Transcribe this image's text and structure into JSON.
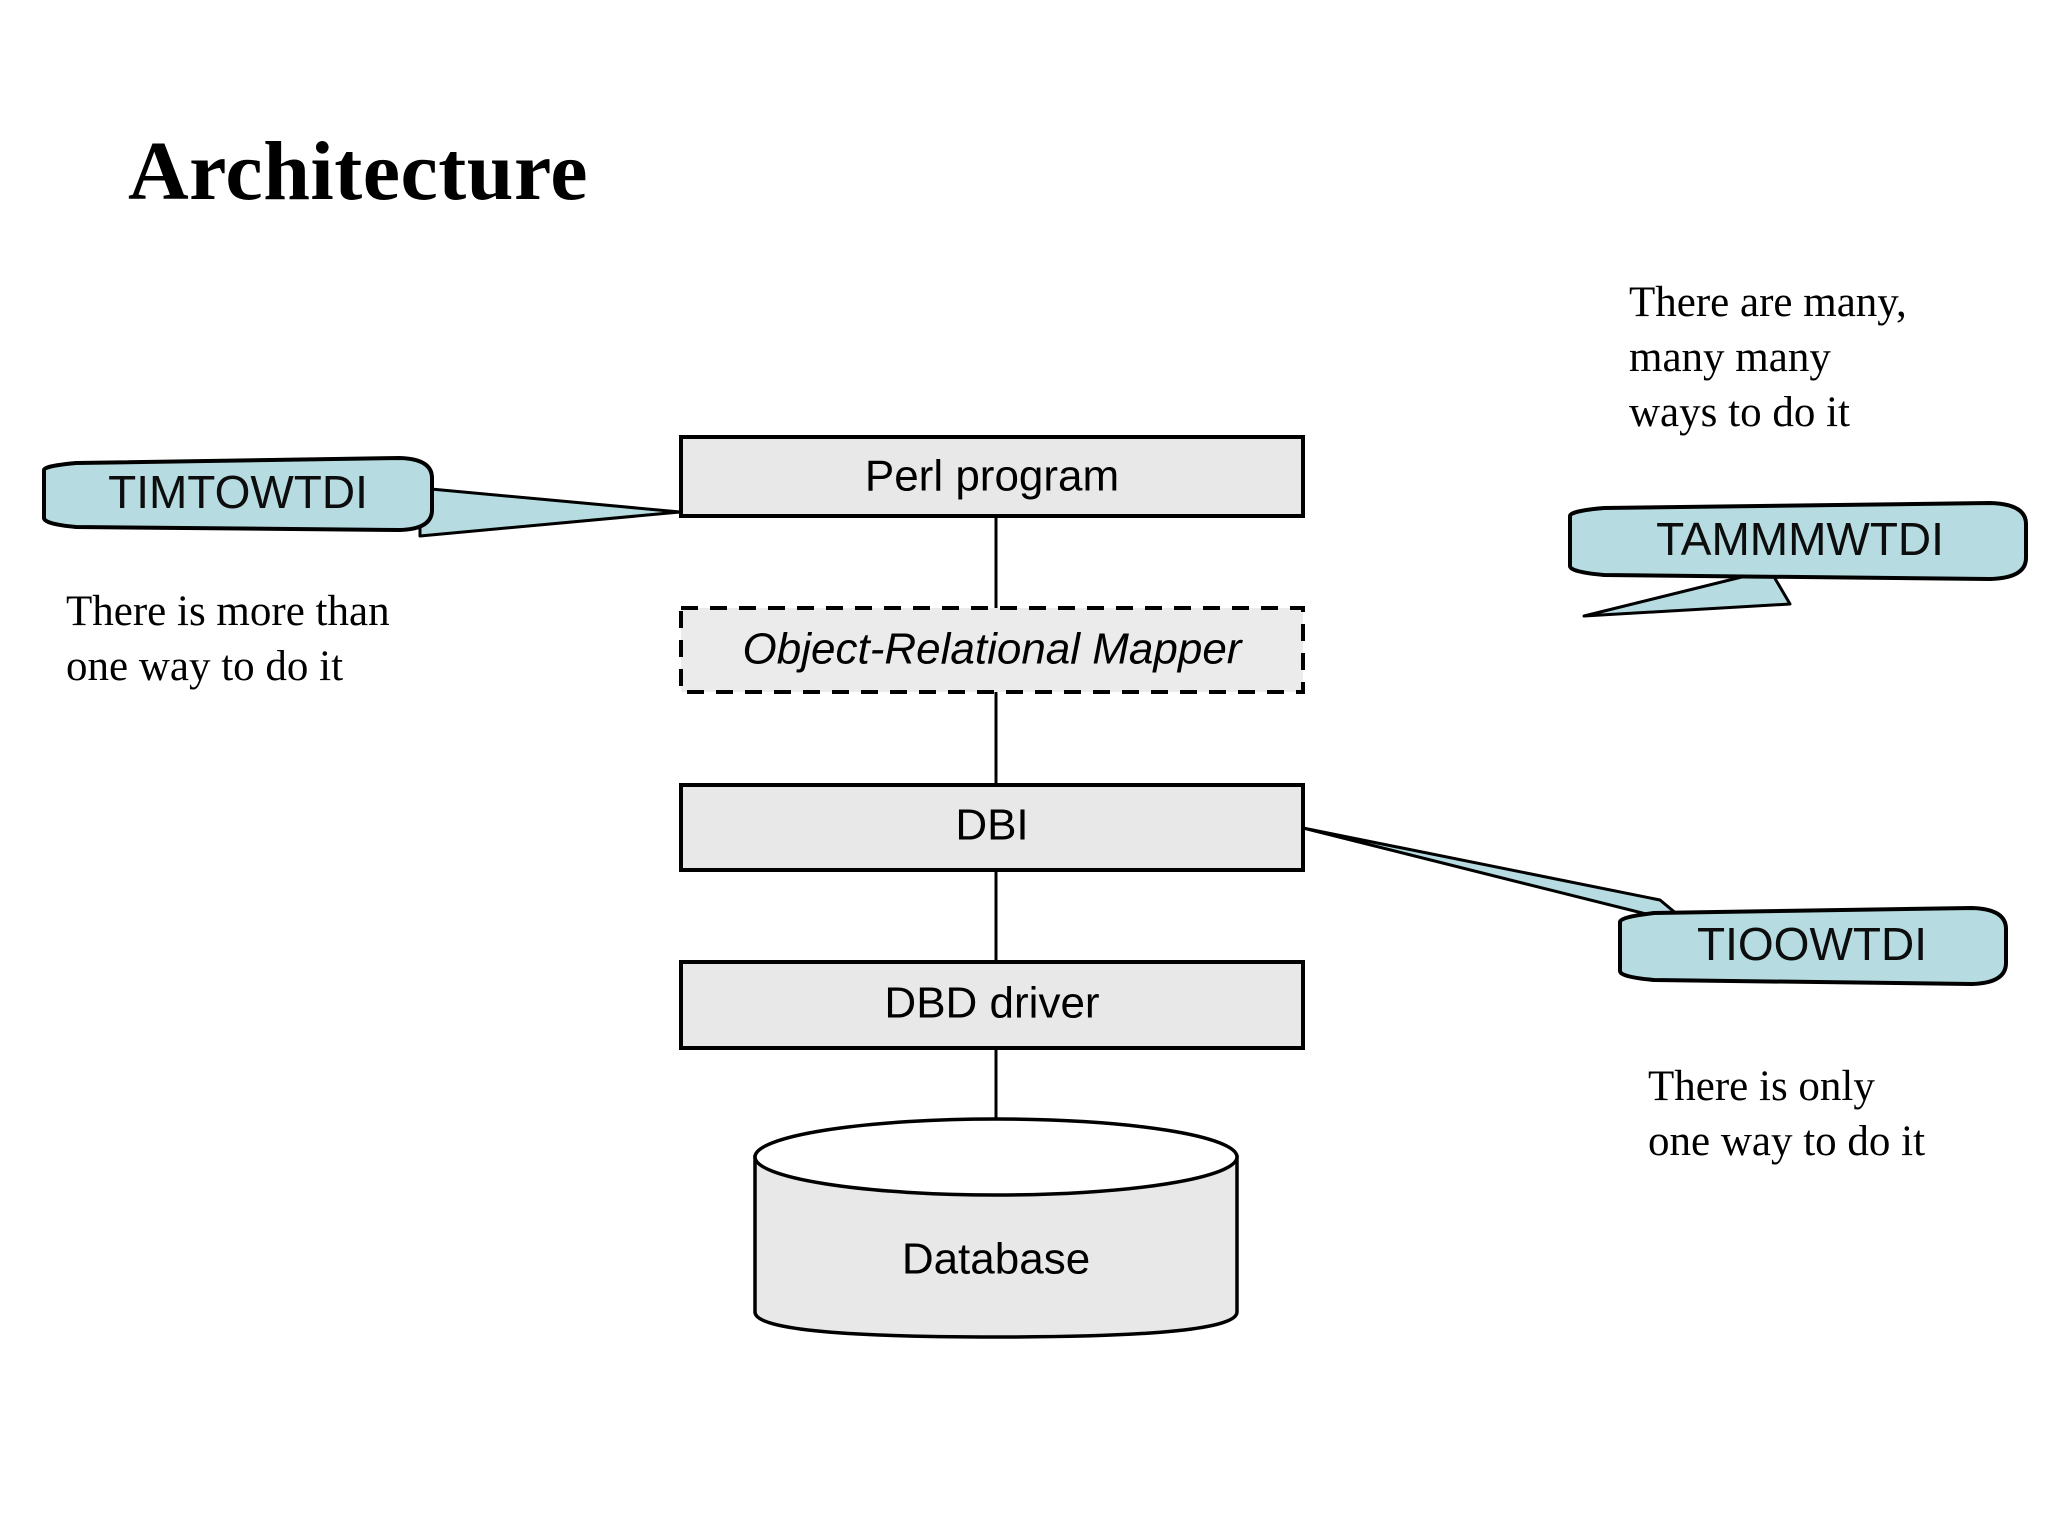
{
  "slide": {
    "title": "Architecture",
    "background_color": "#ffffff"
  },
  "colors": {
    "box_fill": "#e8e8e8",
    "box_stroke": "#000000",
    "balloon_fill": "#b6dce2",
    "balloon_stroke": "#000000",
    "connector": "#000000",
    "text": "#000000"
  },
  "stack": {
    "nodes": [
      {
        "id": "perl-program",
        "label": "Perl program",
        "shape": "rectangle",
        "border": "solid",
        "italic": false
      },
      {
        "id": "object-relational-mapper",
        "label": "Object-Relational Mapper",
        "shape": "rectangle",
        "border": "dashed",
        "italic": true
      },
      {
        "id": "dbi",
        "label": "DBI",
        "shape": "rectangle",
        "border": "solid",
        "italic": false
      },
      {
        "id": "dbd-driver",
        "label": "DBD driver",
        "shape": "rectangle",
        "border": "solid",
        "italic": false
      },
      {
        "id": "database",
        "label": "Database",
        "shape": "cylinder",
        "border": "solid",
        "italic": false
      }
    ],
    "connectors": [
      {
        "from": "perl-program",
        "to": "object-relational-mapper"
      },
      {
        "from": "object-relational-mapper",
        "to": "dbi"
      },
      {
        "from": "dbi",
        "to": "dbd-driver"
      },
      {
        "from": "dbd-driver",
        "to": "database"
      }
    ]
  },
  "callouts": [
    {
      "id": "timtowtdi",
      "label": "TIMTOWTDI",
      "points_to": "perl-program",
      "side": "left"
    },
    {
      "id": "tammmwtdi",
      "label": "TAMMMWTDI",
      "points_to": "object-relational-mapper",
      "side": "right"
    },
    {
      "id": "tioowtdi",
      "label": "TIOOWTDI",
      "points_to": "dbi",
      "side": "right"
    }
  ],
  "notes": {
    "left": "There is more than\none way to do it",
    "right_top": "There are many,\nmany many\nways to do it",
    "right_bottom": "There is only\none way to do it"
  }
}
